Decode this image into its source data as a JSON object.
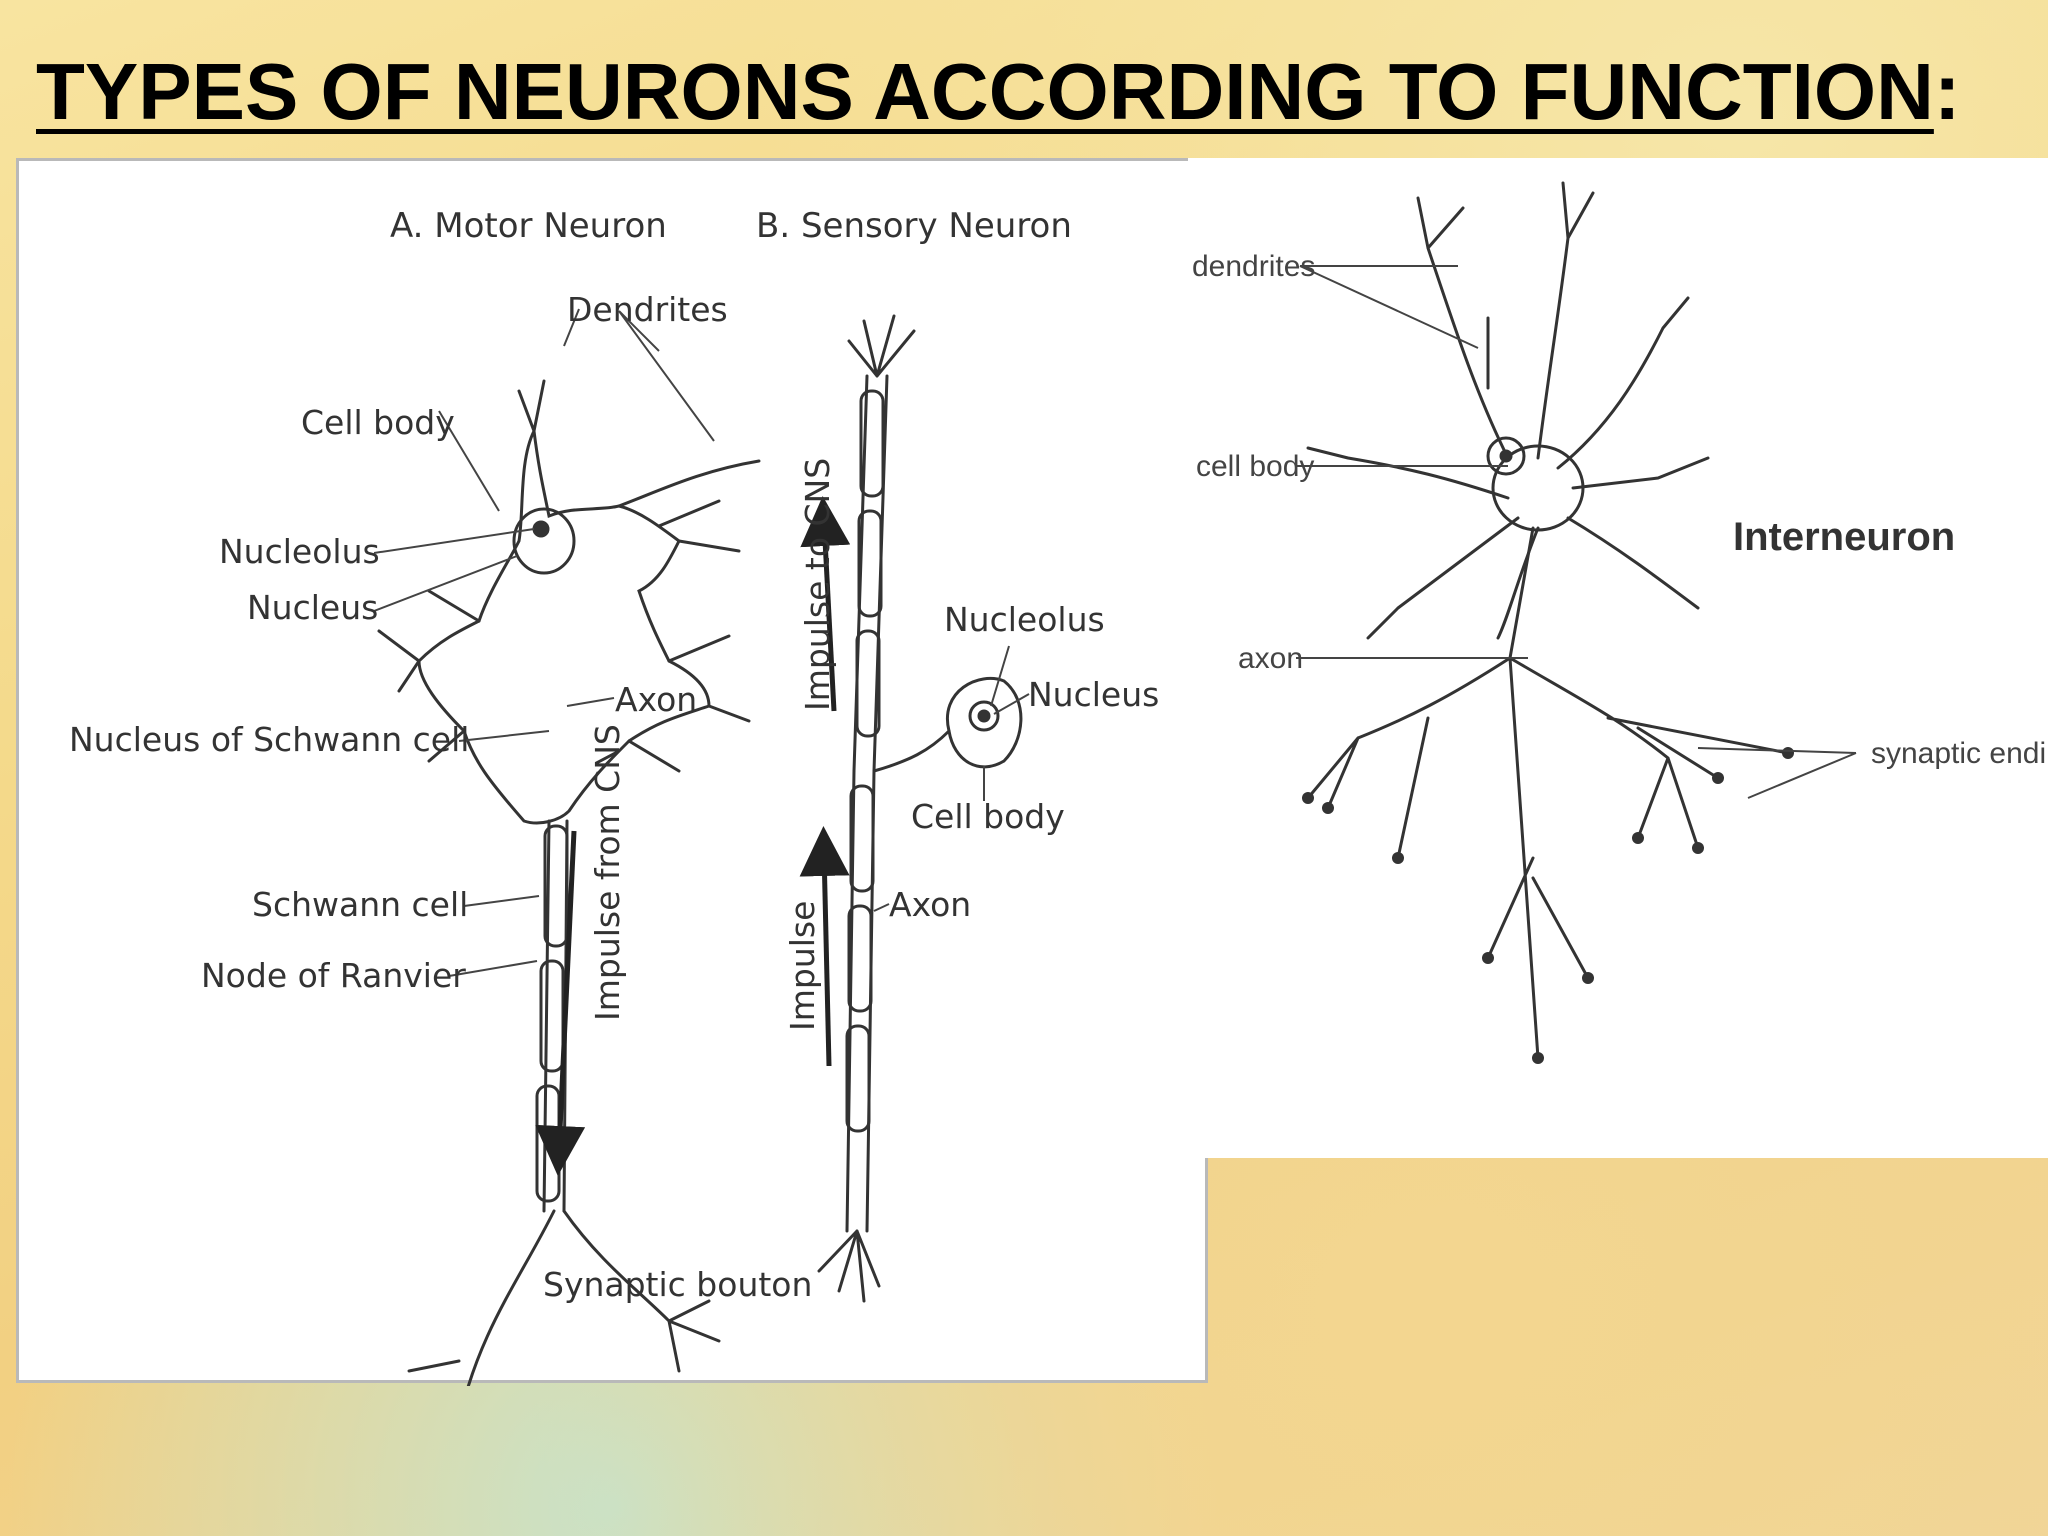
{
  "title": {
    "text": "TYPES OF NEURONS ACCORDING TO FUNCTION",
    "colon": ":"
  },
  "motor_neuron": {
    "heading": "A. Motor Neuron",
    "labels": {
      "dendrites": "Dendrites",
      "cell_body": "Cell body",
      "nucleolus": "Nucleolus",
      "nucleus": "Nucleus",
      "axon": "Axon",
      "schwann_nucleus": "Nucleus of Schwann cell",
      "schwann_cell": "Schwann cell",
      "node_ranvier": "Node of Ranvier",
      "impulse": "Impulse from CNS",
      "synaptic_bouton": "Synaptic bouton"
    }
  },
  "sensory_neuron": {
    "heading": "B. Sensory Neuron",
    "labels": {
      "impulse_to_cns": "Impulse to CNS",
      "nucleolus": "Nucleolus",
      "nucleus": "Nucleus",
      "cell_body": "Cell body",
      "axon": "Axon",
      "impulse": "Impulse"
    }
  },
  "interneuron": {
    "heading": "Interneuron",
    "labels": {
      "dendrites": "dendrites",
      "cell_body": "cell body",
      "axon": "axon",
      "synaptic_endings": "synaptic endings"
    }
  }
}
